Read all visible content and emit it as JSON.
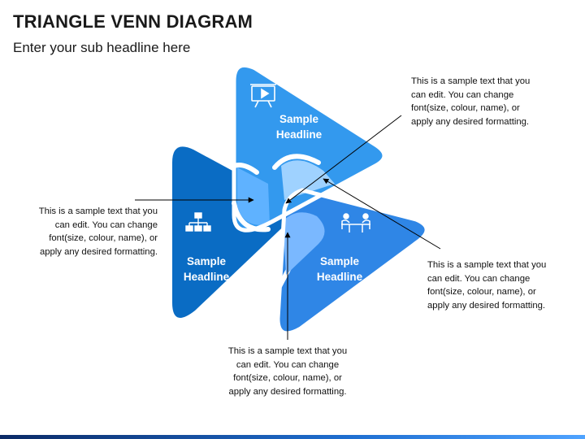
{
  "slide": {
    "title": "TRIANGLE VENN DIAGRAM",
    "subtitle": "Enter your sub headline here"
  },
  "colors": {
    "top_triangle": "#3399ee",
    "left_triangle": "#0a6cc4",
    "right_triangle": "#2f86e6",
    "overlap_top": "#9fd2ff",
    "overlap_left": "#5fb2ff",
    "overlap_right": "#7ab8ff",
    "footer_bar": "#1f6fd1"
  },
  "triangles": [
    {
      "id": "top",
      "headline": "Sample\nHeadline",
      "icon": "presentation-board-icon"
    },
    {
      "id": "left",
      "headline": "Sample\nHeadline",
      "icon": "org-chart-icon"
    },
    {
      "id": "right",
      "headline": "Sample\nHeadline",
      "icon": "meeting-table-icon"
    }
  ],
  "notes": [
    {
      "position": "top-right",
      "text": "This is a sample text that you\ncan edit. You can change\nfont(size, colour, name), or\napply any desired formatting."
    },
    {
      "position": "left",
      "text": "This is a sample text that you\ncan edit. You can change\nfont(size, colour, name), or\napply any desired formatting."
    },
    {
      "position": "bottom-right",
      "text": "This is a sample text that you\ncan edit. You can change\nfont(size, colour, name), or\napply any desired formatting."
    },
    {
      "position": "bottom",
      "text": "This is a sample text that you\ncan edit. You can change\nfont(size, colour, name), or\napply any desired formatting."
    }
  ]
}
